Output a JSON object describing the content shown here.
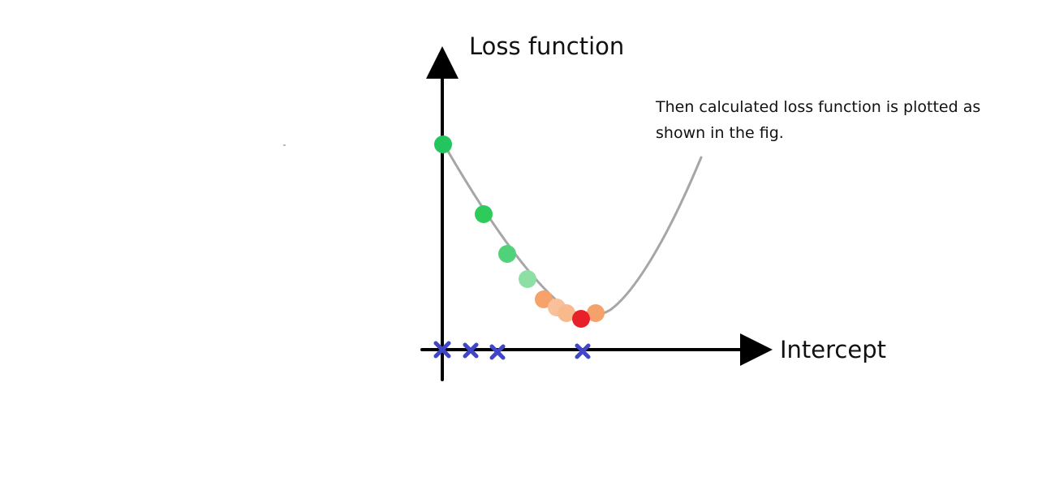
{
  "labels": {
    "y_axis": "Loss function",
    "x_axis": "Intercept"
  },
  "annotation": {
    "line1": "Then calculated loss function is plotted as",
    "line2": "shown in the fig."
  },
  "colors": {
    "axis": "#000000",
    "curve": "#a6a6a6",
    "step_points": [
      "#22c55e",
      "#2ccb5a",
      "#4fd27a",
      "#8de0a3",
      "#f6a26a",
      "#f8b98c",
      "#f9c19b",
      "#f5a16b"
    ],
    "minimum_point": "#e8202a",
    "intercept_marks": "#4046c8"
  }
}
